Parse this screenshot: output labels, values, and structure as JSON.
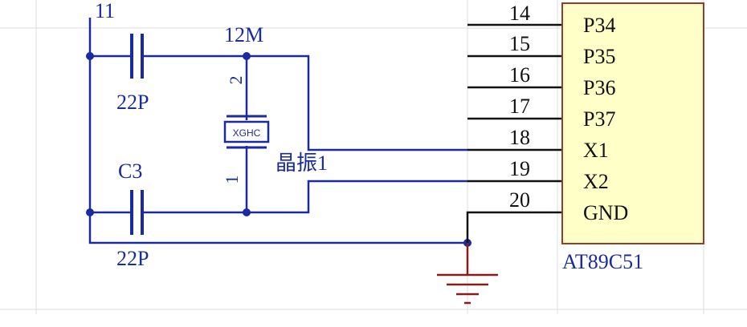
{
  "colors": {
    "background": "#ffffff",
    "grid": "#dcdcdc",
    "wire_blue": "#1a2aa0",
    "wire_black": "#111111",
    "ground_red": "#8b1a1a",
    "chip_fill": "#ffffc8",
    "chip_border": "#9a3a2a"
  },
  "labels": {
    "top_cut": "11",
    "crystal_value": "12M",
    "crystal_pin2": "2",
    "crystal_pin1": "1",
    "crystal_badge": "XGHC",
    "crystal_name": "晶振1",
    "c_top_value": "22P",
    "c_bottom_name": "C3",
    "c_bottom_value": "22P",
    "chip_name": "AT89C51"
  },
  "chip_pins": [
    {
      "number": "14",
      "name": "P34"
    },
    {
      "number": "15",
      "name": "P35"
    },
    {
      "number": "16",
      "name": "P36"
    },
    {
      "number": "17",
      "name": "P37"
    },
    {
      "number": "18",
      "name": "X1"
    },
    {
      "number": "19",
      "name": "X2"
    },
    {
      "number": "20",
      "name": "GND"
    }
  ]
}
